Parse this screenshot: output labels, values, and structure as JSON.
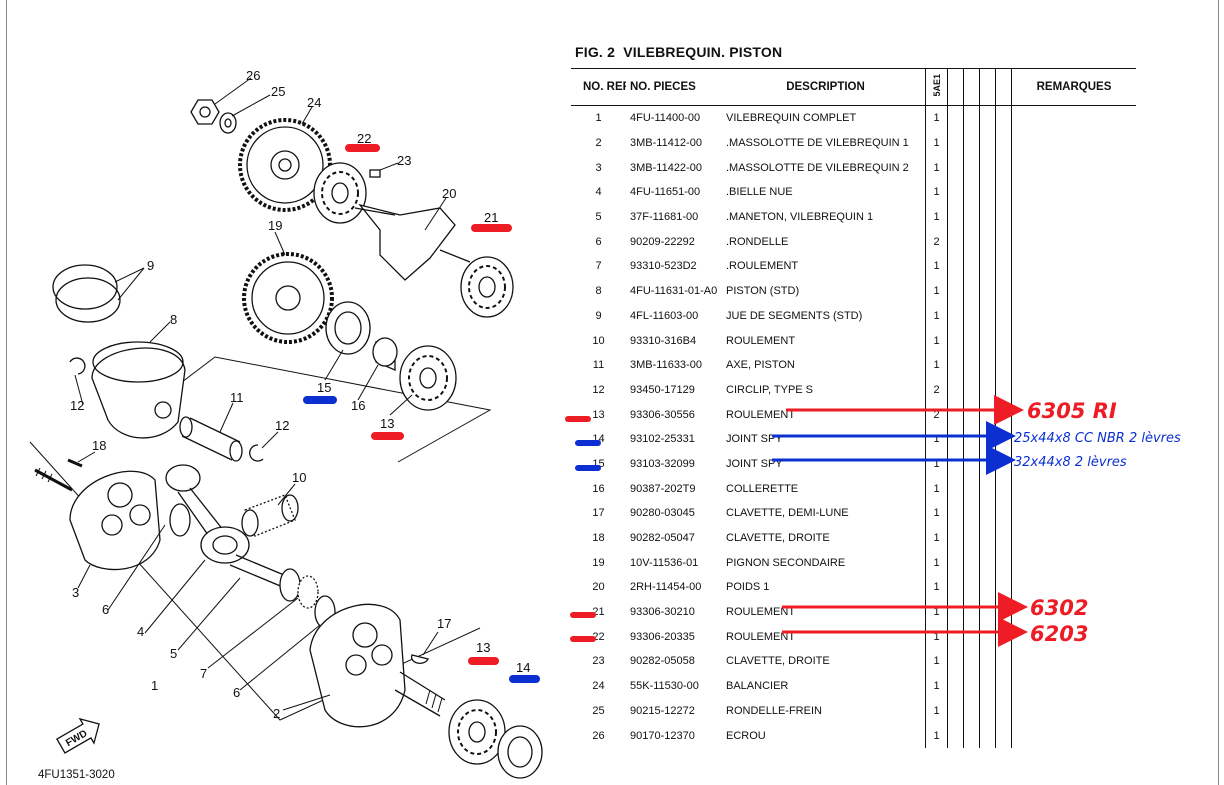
{
  "figure": {
    "number": "FIG. 2",
    "title": "VILEBREQUIN. PISTON"
  },
  "table": {
    "headers": {
      "ref": "NO. REF.",
      "part_no": "NO. PIECES",
      "description": "DESCRIPTION",
      "qty": "5AE1",
      "remarks": "REMARQUES"
    },
    "rows": [
      {
        "ref": "1",
        "part_no": "4FU-11400-00",
        "description": "VILEBREQUIN COMPLET",
        "qty": "1"
      },
      {
        "ref": "2",
        "part_no": "3MB-11412-00",
        "description": ".MASSOLOTTE DE VILEBREQUIN 1",
        "qty": "1"
      },
      {
        "ref": "3",
        "part_no": "3MB-11422-00",
        "description": ".MASSOLOTTE DE VILEBREQUIN 2",
        "qty": "1"
      },
      {
        "ref": "4",
        "part_no": "4FU-11651-00",
        "description": ".BIELLE NUE",
        "qty": "1"
      },
      {
        "ref": "5",
        "part_no": "37F-11681-00",
        "description": ".MANETON, VILEBREQUIN 1",
        "qty": "1"
      },
      {
        "ref": "6",
        "part_no": "90209-22292",
        "description": ".RONDELLE",
        "qty": "2"
      },
      {
        "ref": "7",
        "part_no": "93310-523D2",
        "description": ".ROULEMENT",
        "qty": "1"
      },
      {
        "ref": "8",
        "part_no": "4FU-11631-01-A0",
        "description": "PISTON (STD)",
        "qty": "1"
      },
      {
        "ref": "9",
        "part_no": "4FL-11603-00",
        "description": "JUE DE SEGMENTS (STD)",
        "qty": "1"
      },
      {
        "ref": "10",
        "part_no": "93310-316B4",
        "description": "ROULEMENT",
        "qty": "1"
      },
      {
        "ref": "11",
        "part_no": "3MB-11633-00",
        "description": "AXE, PISTON",
        "qty": "1"
      },
      {
        "ref": "12",
        "part_no": "93450-17129",
        "description": "CIRCLIP, TYPE S",
        "qty": "2"
      },
      {
        "ref": "13",
        "part_no": "93306-30556",
        "description": "ROULEMENT",
        "qty": "2"
      },
      {
        "ref": "14",
        "part_no": "93102-25331",
        "description": "JOINT SPY",
        "qty": "1"
      },
      {
        "ref": "15",
        "part_no": "93103-32099",
        "description": "JOINT SPY",
        "qty": "1"
      },
      {
        "ref": "16",
        "part_no": "90387-202T9",
        "description": "COLLERETTE",
        "qty": "1"
      },
      {
        "ref": "17",
        "part_no": "90280-03045",
        "description": "CLAVETTE, DEMI-LUNE",
        "qty": "1"
      },
      {
        "ref": "18",
        "part_no": "90282-05047",
        "description": "CLAVETTE, DROITE",
        "qty": "1"
      },
      {
        "ref": "19",
        "part_no": "10V-11536-01",
        "description": "PIGNON SECONDAIRE",
        "qty": "1"
      },
      {
        "ref": "20",
        "part_no": "2RH-11454-00",
        "description": "POIDS 1",
        "qty": "1"
      },
      {
        "ref": "21",
        "part_no": "93306-30210",
        "description": "ROULEMENT",
        "qty": "1"
      },
      {
        "ref": "22",
        "part_no": "93306-20335",
        "description": "ROULEMENT",
        "qty": "1"
      },
      {
        "ref": "23",
        "part_no": "90282-05058",
        "description": "CLAVETTE, DROITE",
        "qty": "1"
      },
      {
        "ref": "24",
        "part_no": "55K-11530-00",
        "description": "BALANCIER",
        "qty": "1"
      },
      {
        "ref": "25",
        "part_no": "90215-12272",
        "description": "RONDELLE-FREIN",
        "qty": "1"
      },
      {
        "ref": "26",
        "part_no": "90170-12370",
        "description": "ECROU",
        "qty": "1"
      }
    ]
  },
  "annotations": {
    "ref13": "6305 RI",
    "ref14": "25x44x8 CC NBR 2 lèvres",
    "ref15": "32x44x8 2 lèvres",
    "ref21": "6302",
    "ref22": "6203"
  },
  "diagram": {
    "code": "4FU1351-3020",
    "fwd": "FWD",
    "labels": {
      "l1": "1",
      "l2": "2",
      "l3": "3",
      "l4": "4",
      "l5": "5",
      "l6a": "6",
      "l6b": "6",
      "l7": "7",
      "l8": "8",
      "l9": "9",
      "l10": "10",
      "l11": "11",
      "l12a": "12",
      "l12b": "12",
      "l13a": "13",
      "l13b": "13",
      "l14": "14",
      "l15": "15",
      "l16": "16",
      "l17": "17",
      "l18": "18",
      "l19": "19",
      "l20": "20",
      "l21": "21",
      "l22": "22",
      "l23": "23",
      "l24": "24",
      "l25": "25",
      "l26": "26"
    }
  },
  "colors": {
    "red": "#ee1c24",
    "blue": "#0b2fd0",
    "ink": "#111111"
  }
}
